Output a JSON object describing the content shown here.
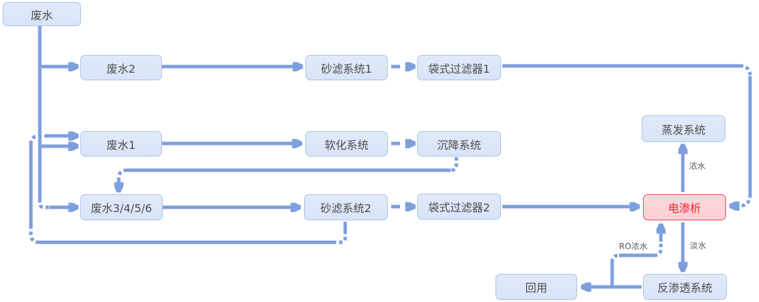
{
  "diagram": {
    "nodes": [
      {
        "id": "wastewater",
        "label": "废水"
      },
      {
        "id": "wastewater-2",
        "label": "废水2"
      },
      {
        "id": "sand-filter-1",
        "label": "砂滤系统1"
      },
      {
        "id": "bag-filter-1",
        "label": "袋式过滤器1"
      },
      {
        "id": "wastewater-1",
        "label": "废水1"
      },
      {
        "id": "softening-system",
        "label": "软化系统"
      },
      {
        "id": "sedimentation-system",
        "label": "沉降系统"
      },
      {
        "id": "wastewater-3456",
        "label": "废水3/4/5/6"
      },
      {
        "id": "sand-filter-2",
        "label": "砂滤系统2"
      },
      {
        "id": "bag-filter-2",
        "label": "袋式过滤器2"
      },
      {
        "id": "evaporation-system",
        "label": "蒸发系统"
      },
      {
        "id": "electrodialysis",
        "label": "电渗析"
      },
      {
        "id": "reverse-osmosis-system",
        "label": "反渗透系统"
      },
      {
        "id": "reuse",
        "label": "回用"
      }
    ],
    "edge_labels": [
      {
        "id": "concentrated-water",
        "label": "浓水"
      },
      {
        "id": "fresh-water",
        "label": "淡水"
      },
      {
        "id": "ro-concentrated-water",
        "label": "RO浓水"
      }
    ],
    "colors": {
      "arrow": "#7d9fdd",
      "node_fill": "#d9e4f7",
      "node_fill_top": "#e1eafa",
      "node_border": "#a9c3ea",
      "node_text": "#4d4d4d",
      "highlight_fill": "#fcd0d5",
      "highlight_border": "#ee4458",
      "highlight_text": "#f5222d",
      "label_text": "#595959"
    }
  }
}
